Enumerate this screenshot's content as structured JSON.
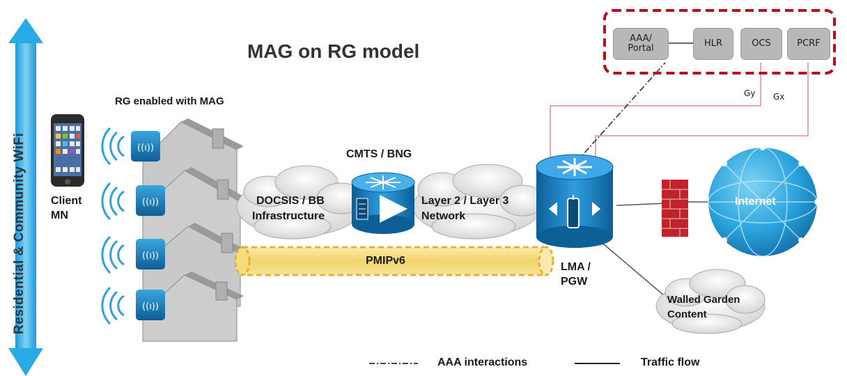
{
  "title": "MAG on RG model",
  "side_label": "Residential & Community WiFi",
  "rg_label": "RG enabled with MAG",
  "client_label": "Client",
  "mn_label": "MN",
  "cloud_docsis_line1": "DOCSIS / BB",
  "cloud_docsis_line2": "Infrastructure",
  "cmts_label": "CMTS / BNG",
  "cloud_l2l3_line1": "Layer 2 / Layer 3",
  "cloud_l2l3_line2": "Network",
  "tunnel_label": "PMIPv6",
  "lma_line1": "LMA /",
  "lma_line2": "PGW",
  "internet_label": "Internet",
  "walled_line1": "Walled Garden",
  "walled_line2": "Content",
  "services": {
    "aaa_line1": "AAA/",
    "aaa_line2": "Portal",
    "hlr": "HLR",
    "ocs": "OCS",
    "pcrf": "PCRF"
  },
  "gy_label": "Gy",
  "gx_label": "Gx",
  "legend": {
    "aaa": "AAA interactions",
    "traffic": "Traffic flow"
  },
  "colors": {
    "arrow": "#3cb4ec",
    "router": "#1e87c8",
    "tunnel": "#f6dc7a",
    "tunnel_border": "#e8b03a",
    "services_border": "#b3121d",
    "link_red": "#e88a8a",
    "firewall": "#c0242a",
    "internet": "#2aa3dc"
  }
}
